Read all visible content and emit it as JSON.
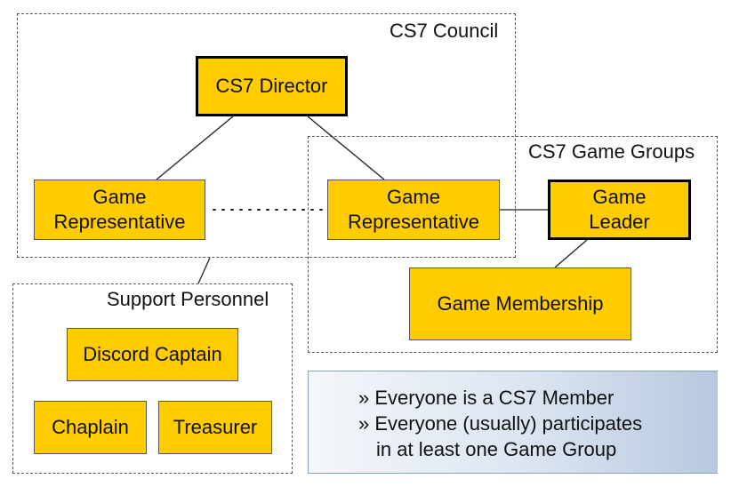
{
  "groups": {
    "council": "CS7 Council",
    "game_groups": "CS7 Game Groups",
    "support": "Support Personnel"
  },
  "nodes": {
    "director": "CS7 Director",
    "rep_left": {
      "line1": "Game",
      "line2": "Representative"
    },
    "rep_right": {
      "line1": "Game",
      "line2": "Representative"
    },
    "game_leader": {
      "line1": "Game",
      "line2": "Leader"
    },
    "game_membership": "Game Membership",
    "discord_captain": "Discord Captain",
    "chaplain": "Chaplain",
    "treasurer": "Treasurer"
  },
  "info": {
    "line1": "» Everyone is a CS7 Member",
    "line2": "» Everyone (usually) participates",
    "line3": "in at least one Game Group"
  },
  "colors": {
    "node_fill": "#ffcc00",
    "info_gradient_start": "#f4f7fb",
    "info_gradient_end": "#b7c8df"
  }
}
